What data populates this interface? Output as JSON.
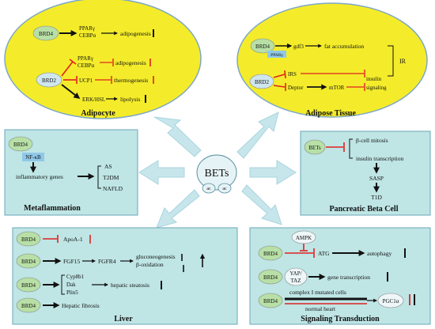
{
  "center": {
    "label": "BETs",
    "ac1": "ac",
    "ac2": "ac"
  },
  "colors": {
    "ellipse": "#f4ec2a",
    "panel": "#bfe5e5",
    "node": "#b8e0a6",
    "inhibit": "#e02020",
    "arrow": "#111111",
    "bigArrow": "#bfe3ea",
    "blueBox": "#8fc8e8"
  },
  "adipocyte": {
    "title": "Adipocyte",
    "brd4": "BRD4",
    "brd2": "BRD2",
    "pparg1": "PPARγ",
    "cebpa1": "CEBPα",
    "adipogenesis1": "adipogenesis",
    "pparg2": "PPARγ",
    "cebpa2": "CEBPα",
    "adipogenesis2": "adipogenesis",
    "ucp1": "UCP1",
    "thermogenesis": "thermogenesis",
    "erk": "ERK/HSL",
    "lipolysis": "lipolysis"
  },
  "adipose": {
    "title": "Adipose Tissue",
    "brd4": "BRD4",
    "pparg": "PPARγ",
    "brd2": "BRD2",
    "gdf3": "gdf3",
    "fat": "fat accumulation",
    "ir": "IR",
    "irs": "IRS",
    "insulin": "insulin",
    "deptor": "Deptor",
    "mtor": "mTOR",
    "signaling": "signaling"
  },
  "metaflammation": {
    "title": "Metaflammation",
    "brd4": "BRD4",
    "nfkb": "NF-κB",
    "genes": "inflammatory genes",
    "as": "AS",
    "t2dm": "T2DM",
    "nafld": "NAFLD"
  },
  "pancreatic": {
    "title": "Pancreatic Beta Cell",
    "bets": "BETs",
    "mitosis": "β-cell mitosis",
    "transcription": "insulin transcription",
    "sasp": "SASP",
    "t1d": "T1D"
  },
  "liver": {
    "title": "Liver",
    "brd4": "BRD4",
    "apoa1": "ApoA-1",
    "fgf15": "FGF15",
    "fgfr4": "FGFR4",
    "gluconeogenesis": "gluconeogenesis",
    "boxidation": "β-oxidation",
    "cyp": "Cyp8b1",
    "dak": "Dak",
    "plin": "Plin5",
    "steatosis": "hepatic steatosis",
    "fibrosis": "Hepatic fibrosis"
  },
  "signaling": {
    "title": "Signaling Transduction",
    "ampk": "AMPK",
    "brd4": "BRD4",
    "atg": "ATG",
    "autophagy": "autophagy",
    "yap": "YAP/",
    "taz": "TAZ",
    "gene": "gene transcription",
    "complex": "complex I mutated cells",
    "normal": "normal heart",
    "pgc": "PGC1α"
  }
}
